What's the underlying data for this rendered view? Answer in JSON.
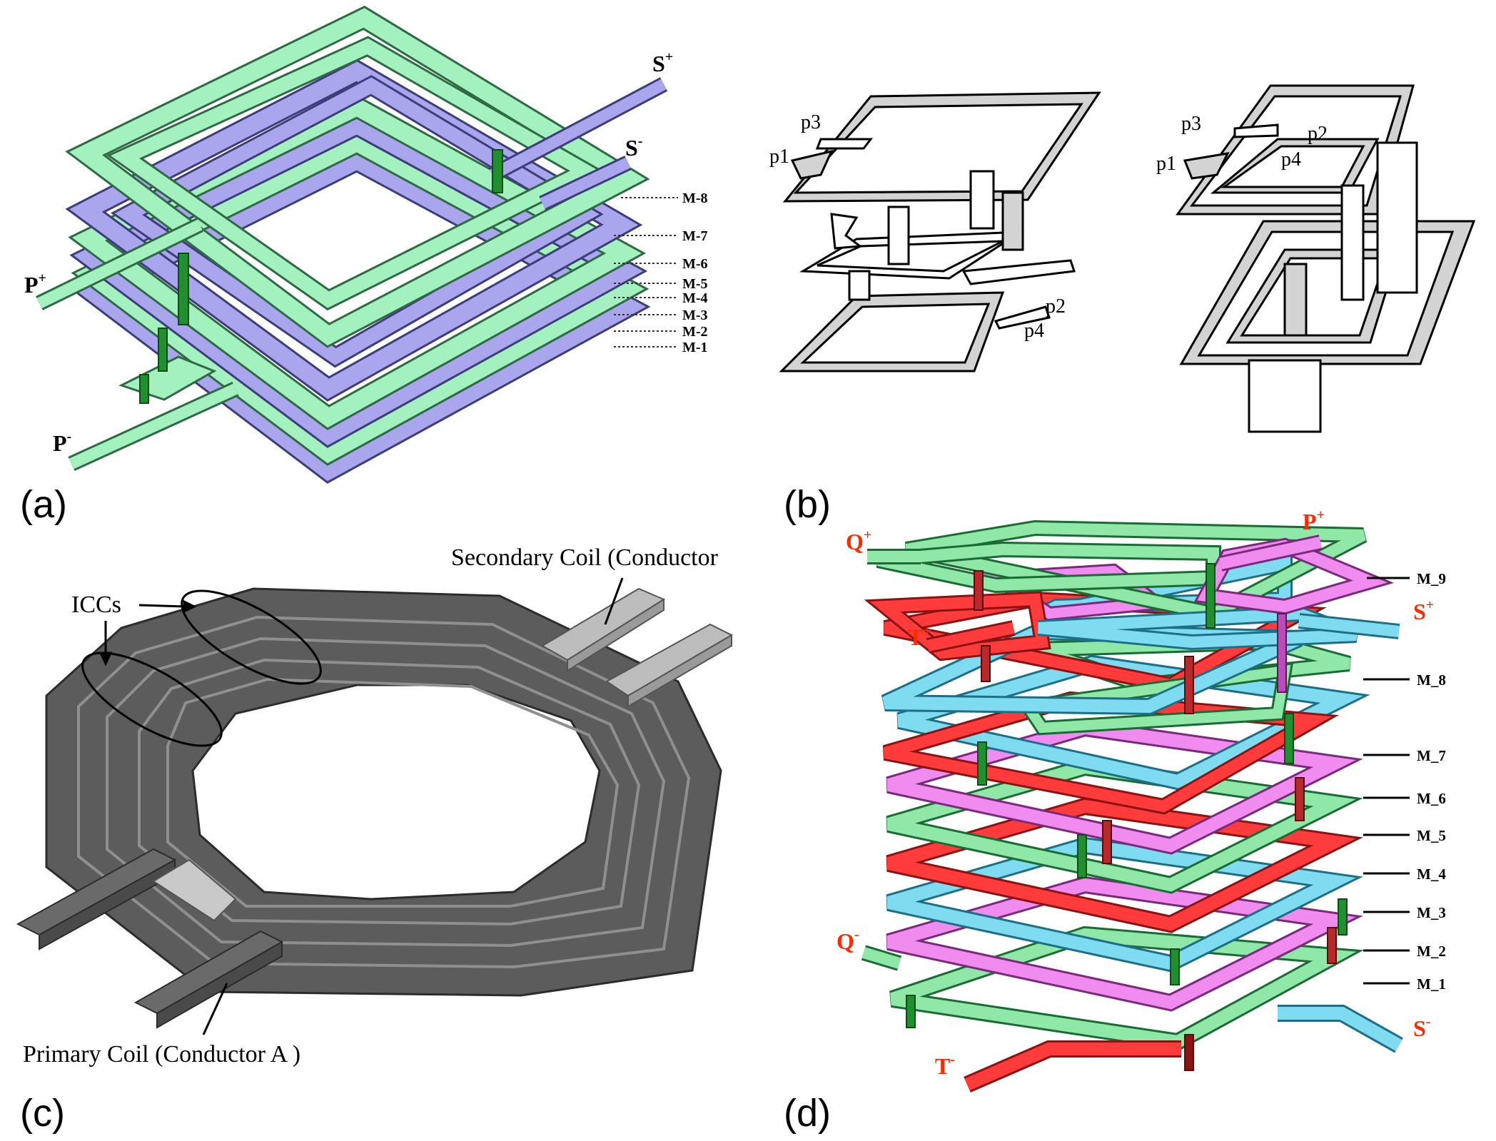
{
  "panel_labels": {
    "a": "(a)",
    "b": "(b)",
    "c": "(c)",
    "d": "(d)"
  },
  "panel_a": {
    "ports": {
      "s_plus": "S",
      "s_plus_sup": "+",
      "s_minus": "S",
      "s_minus_sup": "-",
      "p_plus": "P",
      "p_plus_sup": "+",
      "p_minus": "P",
      "p_minus_sup": "-"
    },
    "layers": [
      "M-8",
      "M-7",
      "M-6",
      "M-5",
      "M-4",
      "M-3",
      "M-2",
      "M-1"
    ],
    "colors": {
      "green": "#a4f1c0",
      "blue": "#a9a6ee",
      "via": "#1f8f2f"
    }
  },
  "panel_b": {
    "left_ports": {
      "p1": "p1",
      "p2": "p2",
      "p3": "p3",
      "p4": "p4"
    },
    "right_ports": {
      "p1": "p1",
      "p2": "p2",
      "p3": "p3",
      "p4": "p4"
    }
  },
  "panel_c": {
    "iccs": "ICCs",
    "secondary": "Secondary Coil (Conductor",
    "primary": "Primary Coil (Conductor A )",
    "colors": {
      "conductor": "#6a6a6a",
      "secondary": "#b8b8b8"
    }
  },
  "panel_d": {
    "ports": {
      "q_plus": "Q",
      "q_plus_sup": "+",
      "p_plus": "P",
      "p_plus_sup": "+",
      "t_plus": "T",
      "t_plus_sup": "+",
      "s_plus": "S",
      "s_plus_sup": "+",
      "q_minus": "Q",
      "q_minus_sup": "-",
      "t_minus": "T",
      "t_minus_sup": "-",
      "s_minus": "S",
      "s_minus_sup": "-"
    },
    "layers": [
      "M_9",
      "M_8",
      "M_7",
      "M_6",
      "M_5",
      "M_4",
      "M_3",
      "M_2",
      "M_1"
    ],
    "colors": {
      "green": "#8fe8a8",
      "red": "#ff3b3b",
      "cyan": "#7fdcf0",
      "magenta": "#f08cf0"
    }
  }
}
